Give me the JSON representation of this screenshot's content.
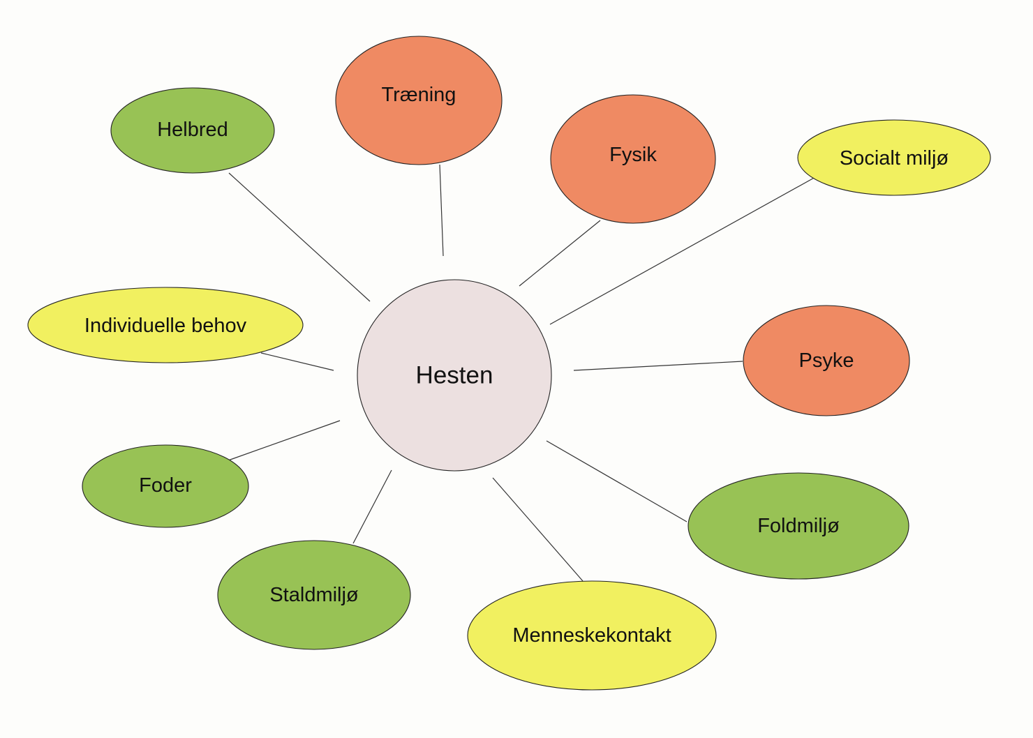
{
  "center": {
    "id": "hesten",
    "label": "Hesten",
    "color": "#ece0e0"
  },
  "nodes": [
    {
      "id": "traening",
      "label": "Træning",
      "color": "#ef8a63"
    },
    {
      "id": "helbred",
      "label": "Helbred",
      "color": "#98c255"
    },
    {
      "id": "fysik",
      "label": "Fysik",
      "color": "#ef8a63"
    },
    {
      "id": "socialt-miljo",
      "label": "Socialt miljø",
      "color": "#f1f060"
    },
    {
      "id": "individuelle-behov",
      "label": "Individuelle behov",
      "color": "#f1f060"
    },
    {
      "id": "psyke",
      "label": "Psyke",
      "color": "#ef8a63"
    },
    {
      "id": "foder",
      "label": "Foder",
      "color": "#98c255"
    },
    {
      "id": "foldmiljo",
      "label": "Foldmiljø",
      "color": "#98c255"
    },
    {
      "id": "staldmiljo",
      "label": "Staldmiljø",
      "color": "#98c255"
    },
    {
      "id": "menneskekontakt",
      "label": "Menneskekontakt",
      "color": "#f1f060"
    }
  ]
}
